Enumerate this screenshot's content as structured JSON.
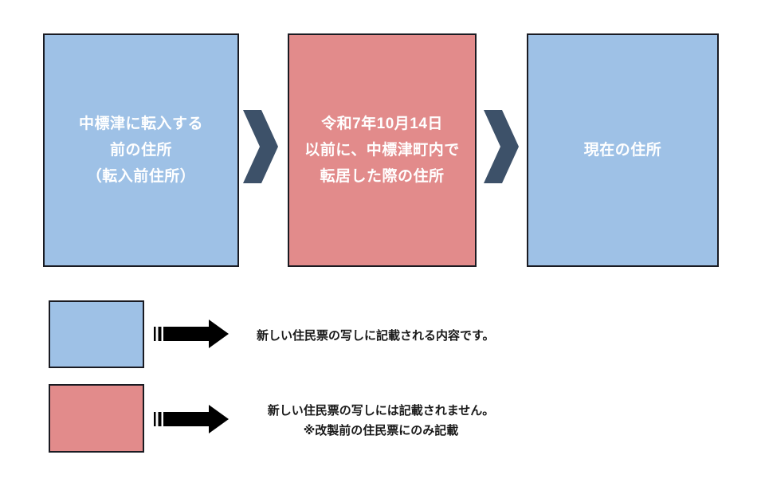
{
  "flow": {
    "steps": [
      {
        "id": "address-before-moving-in",
        "color": "blue",
        "lines": [
          "中標津に転入する",
          "前の住所",
          "（転入前住所）"
        ]
      },
      {
        "id": "address-moved-within-town",
        "color": "red",
        "lines": [
          "令和7年10月14日",
          "以前に、中標津町内で",
          "転居した際の住所"
        ]
      },
      {
        "id": "current-address",
        "color": "blue",
        "lines": [
          "現在の住所"
        ]
      }
    ]
  },
  "legend": {
    "items": [
      {
        "swatch_color": "blue",
        "lines": [
          "新しい住民票の写しに記載される内容です。"
        ]
      },
      {
        "swatch_color": "red",
        "lines": [
          "新しい住民票の写しには記載されません。",
          "※改製前の住民票にのみ記載"
        ]
      }
    ]
  },
  "icons": {
    "chevron": "chevron-right-icon",
    "arrow": "striped-right-arrow-icon"
  },
  "colors": {
    "box_blue": "#9EC1E6",
    "box_red": "#E28B8B",
    "chevron_dark_slate": "#3D5169",
    "box_border": "#1A1B22",
    "arrow_black": "#000000",
    "box_text": "#FFFFFF",
    "legend_text": "#1A1A1A",
    "background": "#FFFFFF"
  }
}
